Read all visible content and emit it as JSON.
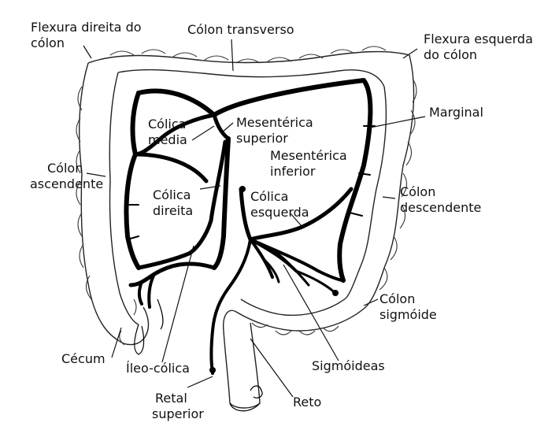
{
  "diagram": {
    "labels": {
      "flexura_direita": [
        "Flexura direita do",
        "cólon"
      ],
      "colon_transverso": [
        "Cólon transverso"
      ],
      "flexura_esquerda": [
        "Flexura esquerda",
        "do cólon"
      ],
      "marginal": [
        "Marginal"
      ],
      "colica_media": [
        "Cólica",
        "média"
      ],
      "mesenterica_superior": [
        "Mesentérica",
        "superior"
      ],
      "mesenterica_inferior": [
        "Mesentérica",
        "inferior"
      ],
      "colon_ascendente": [
        "Cólon",
        "ascendente"
      ],
      "colica_direita": [
        "Cólica",
        "direita"
      ],
      "colica_esquerda": [
        "Cólica",
        "esquerda"
      ],
      "colon_descendente": [
        "Cólon",
        "descendente"
      ],
      "colon_sigmoide": [
        "Cólon",
        "sigmóide"
      ],
      "cecum": [
        "Cécum"
      ],
      "ileo_colica": [
        "Íleo-cólica"
      ],
      "sigmoideas": [
        "Sigmóideas"
      ],
      "retal_superior": [
        "Retal",
        "superior"
      ],
      "reto": [
        "Reto"
      ]
    },
    "colors": {
      "ink": "#000000",
      "background": "#ffffff"
    }
  }
}
